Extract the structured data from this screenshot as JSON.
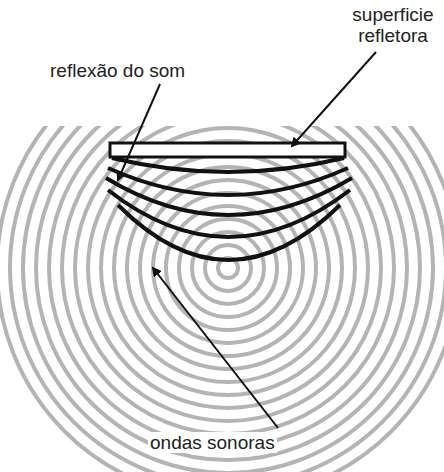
{
  "diagram": {
    "labels": [
      "superficie refletora",
      "reflexão do som",
      "ondas sonoras"
    ]
  }
}
